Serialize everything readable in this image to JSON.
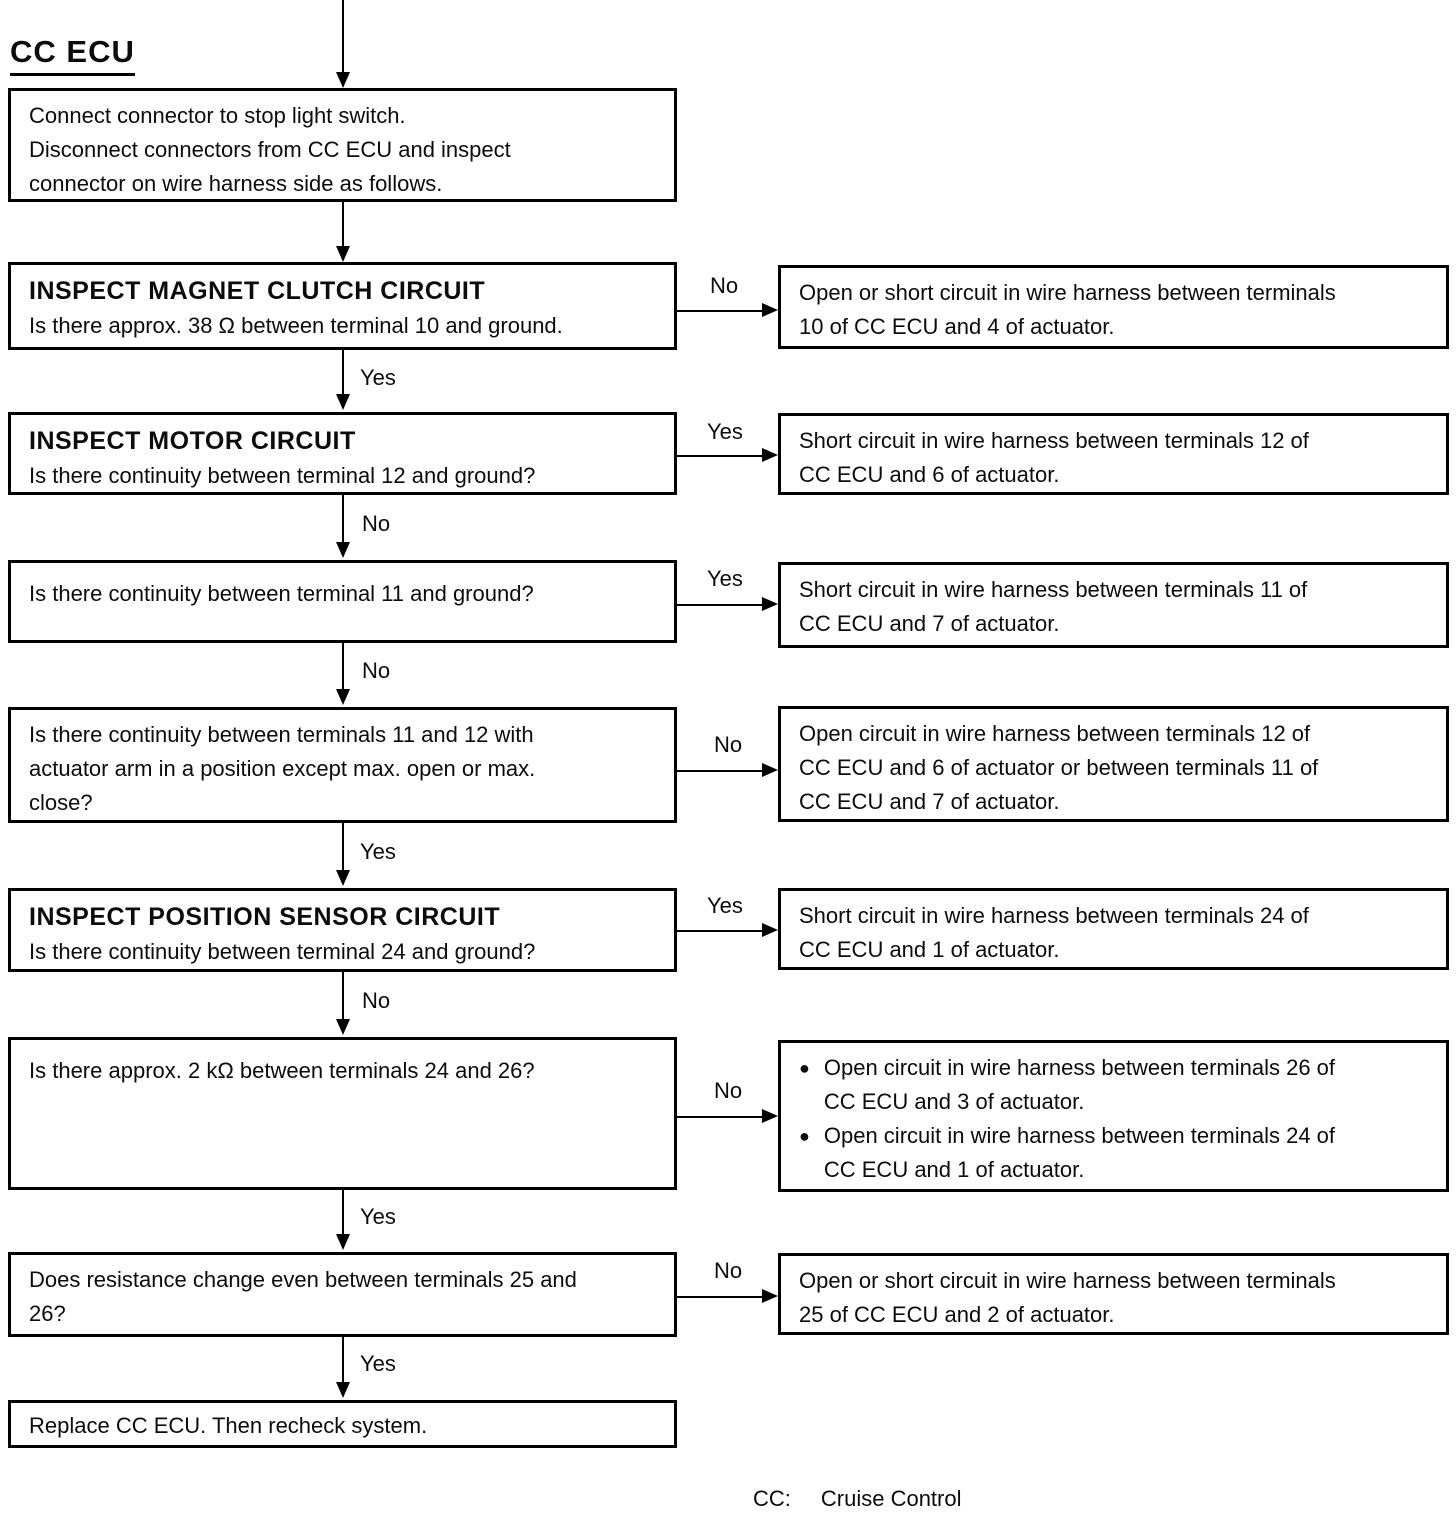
{
  "title": "CC ECU",
  "footnote": {
    "label": "CC:",
    "text": "Cruise Control"
  },
  "intro": {
    "text": "Connect connector to stop light switch.\nDisconnect connectors from CC ECU and inspect\nconnector on wire harness side as follows."
  },
  "final": {
    "text": "Replace CC ECU. Then recheck system."
  },
  "steps": [
    {
      "heading": "INSPECT MAGNET CLUTCH CIRCUIT",
      "question": "Is there approx. 38 Ω between terminal 10 and ground.",
      "branch_label": "No",
      "down_label": "Yes",
      "result": "Open or short circuit in wire harness between terminals\n10 of CC ECU and 4 of actuator."
    },
    {
      "heading": "INSPECT MOTOR CIRCUIT",
      "question": "Is there continuity between terminal 12 and ground?",
      "branch_label": "Yes",
      "down_label": "No",
      "result": "Short circuit in wire harness between terminals 12 of\nCC ECU and 6 of actuator."
    },
    {
      "question": "Is there continuity between terminal 11 and ground?",
      "branch_label": "Yes",
      "down_label": "No",
      "result": "Short circuit in wire harness between terminals 11 of\nCC ECU and 7 of actuator."
    },
    {
      "question": "Is there continuity between terminals 11 and 12 with\nactuator arm in a position except max. open or max.\nclose?",
      "branch_label": "No",
      "down_label": "Yes",
      "result": "Open circuit in wire harness between terminals 12 of\nCC ECU and 6 of actuator or between terminals 11 of\nCC ECU and 7 of actuator."
    },
    {
      "heading": "INSPECT POSITION SENSOR CIRCUIT",
      "question": "Is there continuity between terminal 24 and ground?",
      "branch_label": "Yes",
      "down_label": "No",
      "result": "Short circuit in wire harness between terminals 24 of\nCC ECU and 1 of actuator."
    },
    {
      "question": "Is there approx. 2 kΩ between terminals 24 and 26?",
      "branch_label": "No",
      "down_label": "Yes",
      "result_bullets": [
        "Open circuit in wire harness between terminals 26 of\nCC ECU and 3 of actuator.",
        "Open circuit in wire harness between terminals 24 of\nCC ECU and 1 of actuator."
      ]
    },
    {
      "question": "Does resistance change even between terminals 25 and\n26?",
      "branch_label": "No",
      "down_label": "Yes",
      "result": "Open or short circuit in wire harness between terminals\n25 of CC ECU and 2 of actuator."
    }
  ]
}
